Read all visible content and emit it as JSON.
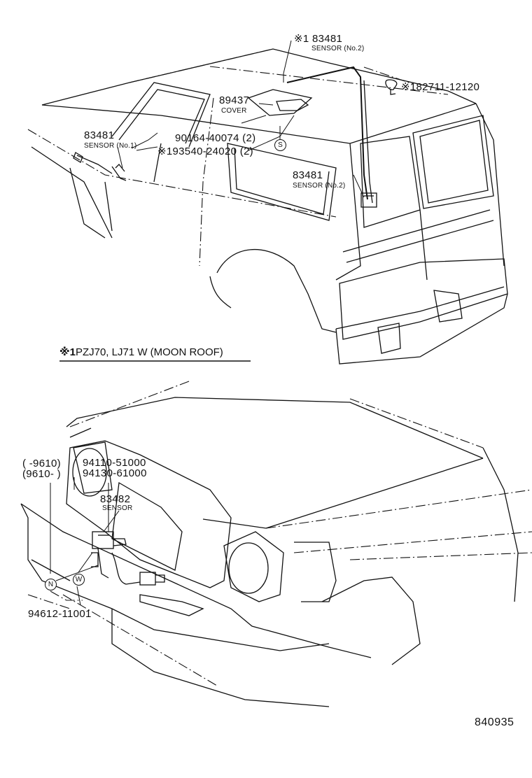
{
  "upper": {
    "sensor_roof": {
      "marker": "※1",
      "number": "83481",
      "name": "SENSOR (No.2)"
    },
    "clip": {
      "marker": "※1",
      "number": "82711-12120"
    },
    "cover": {
      "number": "89437",
      "name": "COVER"
    },
    "screw": {
      "number": "90164-40074 (2)",
      "symbol": "S"
    },
    "bolt": {
      "marker": "※1",
      "number": "93540-24020 (2)"
    },
    "sensor_front": {
      "number": "83481",
      "name": "SENSOR (No.1)"
    },
    "sensor_pillar": {
      "number": "83481",
      "name": "SENSOR (No.2)"
    }
  },
  "note": {
    "marker": "※1",
    "text": "PZJ70, LJ71 W (MOON  ROOF)"
  },
  "lower": {
    "date_before": "(        -9610)",
    "date_after": "(9610-        )",
    "bolt_a": "94110-51000",
    "bolt_b": "94130-61000",
    "sensor": {
      "number": "83482",
      "name": "SENSOR"
    },
    "nut_symbol": "N",
    "washer_symbol": "W",
    "screw": "94612-11001"
  },
  "illustration_code": "840935"
}
